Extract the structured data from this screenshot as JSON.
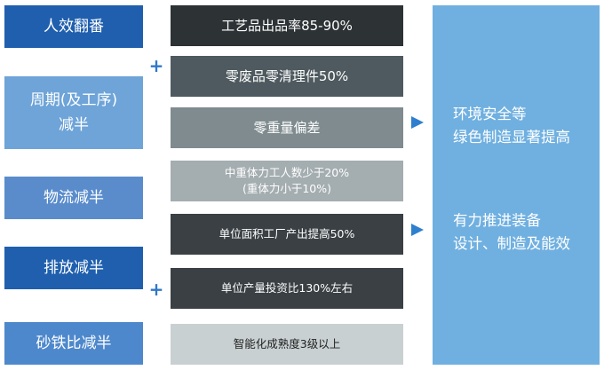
{
  "left": [
    {
      "label": "人效翻番"
    },
    {
      "label_line1": "周期(及工序)",
      "label_line2": "减半"
    },
    {
      "label": "物流减半"
    },
    {
      "label": "排放减半"
    },
    {
      "label": "砂铁比减半"
    }
  ],
  "middle": [
    {
      "label": "工艺品出品率85-90%"
    },
    {
      "label": "零废品零清理件50%"
    },
    {
      "label": "零重量偏差"
    },
    {
      "label_line1": "中重体力工人数少于20%",
      "label_line2": "(重体力小于10%)"
    },
    {
      "label": "单位面积工厂产出提高50%"
    },
    {
      "label": "单位产量投资比130%左右"
    },
    {
      "label": "智能化成熟度3级以上"
    }
  ],
  "right": {
    "group1_line1": "环境安全等",
    "group1_line2": "绿色制造显著提高",
    "group2_line1": "有力推进装备",
    "group2_line2": "设计、制造及能效"
  },
  "plus_symbol": "+",
  "colors": {
    "left_dark_blue": "#1f5fae",
    "left_light_blue": "#6ea4d8",
    "left_mid_blue": "#5a8ccc",
    "right_panel": "#70b0e0",
    "arrow": "#2f7fcf"
  }
}
